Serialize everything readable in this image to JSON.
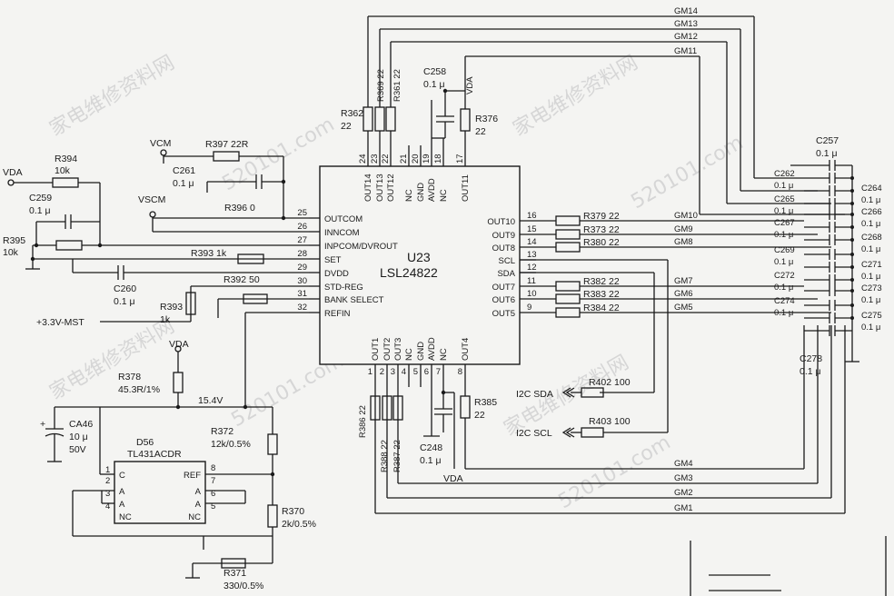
{
  "watermark": {
    "site": "520101.com",
    "cn": "家电维修资料网"
  },
  "ic_main": {
    "name": "U23",
    "part": "LSL24822",
    "left_pins": [
      {
        "num": "25",
        "label": "OUTCOM"
      },
      {
        "num": "26",
        "label": "INNCOM"
      },
      {
        "num": "27",
        "label": "INPCOM/DVROUT"
      },
      {
        "num": "28",
        "label": "SET"
      },
      {
        "num": "29",
        "label": "DVDD"
      },
      {
        "num": "30",
        "label": "STD-REG"
      },
      {
        "num": "31",
        "label": "BANK SELECT"
      },
      {
        "num": "32",
        "label": "REFIN"
      }
    ],
    "right_pins": [
      {
        "num": "16",
        "label": "OUT10"
      },
      {
        "num": "15",
        "label": "OUT9"
      },
      {
        "num": "14",
        "label": "OUT8"
      },
      {
        "num": "13",
        "label": "SCL"
      },
      {
        "num": "12",
        "label": "SDA"
      },
      {
        "num": "11",
        "label": "OUT7"
      },
      {
        "num": "10",
        "label": "OUT6"
      },
      {
        "num": "9",
        "label": "OUT5"
      }
    ],
    "top_pins": [
      {
        "num": "24",
        "label": "OUT14"
      },
      {
        "num": "23",
        "label": "OUT13"
      },
      {
        "num": "22",
        "label": "OUT12"
      },
      {
        "num": "21",
        "label": "NC"
      },
      {
        "num": "20",
        "label": "GND"
      },
      {
        "num": "19",
        "label": "AVDD"
      },
      {
        "num": "18",
        "label": "NC"
      },
      {
        "num": "17",
        "label": "OUT11"
      }
    ],
    "bottom_pins": [
      {
        "num": "1",
        "label": "OUT1"
      },
      {
        "num": "2",
        "label": "OUT2"
      },
      {
        "num": "3",
        "label": "OUT3"
      },
      {
        "num": "4",
        "label": "NC"
      },
      {
        "num": "5",
        "label": "GND"
      },
      {
        "num": "6",
        "label": "AVDD"
      },
      {
        "num": "7",
        "label": "NC"
      },
      {
        "num": "8",
        "label": "OUT4"
      }
    ]
  },
  "ic_ref": {
    "name": "D56",
    "part": "TL431ACDR",
    "left_pins": [
      {
        "num": "1",
        "label": "C"
      },
      {
        "num": "2",
        "label": ""
      },
      {
        "num": "3",
        "label": "A"
      },
      {
        "num": "4",
        "label": "A"
      }
    ],
    "left_labels": [
      "C",
      "A",
      "A",
      "NC"
    ],
    "right_pins_nums": [
      "8",
      "7",
      "6",
      "5"
    ],
    "right_labels": [
      "REF",
      "A",
      "A",
      "NC"
    ],
    "left_nums": [
      "2",
      "3",
      "4"
    ]
  },
  "nets": {
    "vda": "VDA",
    "vcm": "VCM",
    "vscm": "VSCM",
    "vmst": "+3.3V-MST",
    "v154": "15.4V",
    "i2c_sda": "I2C SDA",
    "i2c_scl": "I2C SCL"
  },
  "gm_labels": [
    "GM14",
    "GM13",
    "GM12",
    "GM11",
    "GM10",
    "GM9",
    "GM8",
    "GM7",
    "GM6",
    "GM5",
    "GM4",
    "GM3",
    "GM2",
    "GM1"
  ],
  "parts": {
    "r394": "R394",
    "r394v": "10k",
    "r395": "R395",
    "r395v": "10k",
    "c259": "C259",
    "c259v": "0.1 μ",
    "r397": "R397 22R",
    "c261": "C261",
    "c261v": "0.1 μ",
    "r396": "R396 0",
    "r393a": "R393 1k",
    "c260": "C260",
    "c260v": "0.1 μ",
    "r392": "R392 50",
    "r393b": "R393",
    "r393bv": "1k",
    "r378": "R378",
    "r378v": "45.3R/1%",
    "ca46": "CA46",
    "ca46v1": "10 μ",
    "ca46v2": "50V",
    "r372": "R372",
    "r372v": "12k/0.5%",
    "r370": "R370",
    "r370v": "2k/0.5%",
    "r371": "R371",
    "r371v": "330/0.5%",
    "r362": "R362",
    "r362v": "22",
    "r369": "R369 22",
    "r361": "R361 22",
    "c258": "C258",
    "c258v": "0.1 μ",
    "r376": "R376",
    "r376v": "22",
    "r379": "R379 22",
    "r373": "R373 22",
    "r380": "R380 22",
    "r382": "R382 22",
    "r383": "R383 22",
    "r384": "R384 22",
    "r402": "R402 100",
    "r403": "R403 100",
    "r386": "R386 22",
    "r388": "R388 22",
    "r387": "R387 22",
    "c248": "C248",
    "c248v": "0.1 μ",
    "r385": "R385",
    "r385v": "22",
    "c257": "C257",
    "c257v": "0.1 μ",
    "c262": "C262",
    "c264": "C264",
    "c265": "C265",
    "c266": "C266",
    "c267": "C267",
    "c268": "C268",
    "c269": "C269",
    "c271": "C271",
    "c272": "C272",
    "c273": "C273",
    "c274": "C274",
    "c275": "C275",
    "c278": "C278",
    "cap01": "0.1 μ"
  }
}
